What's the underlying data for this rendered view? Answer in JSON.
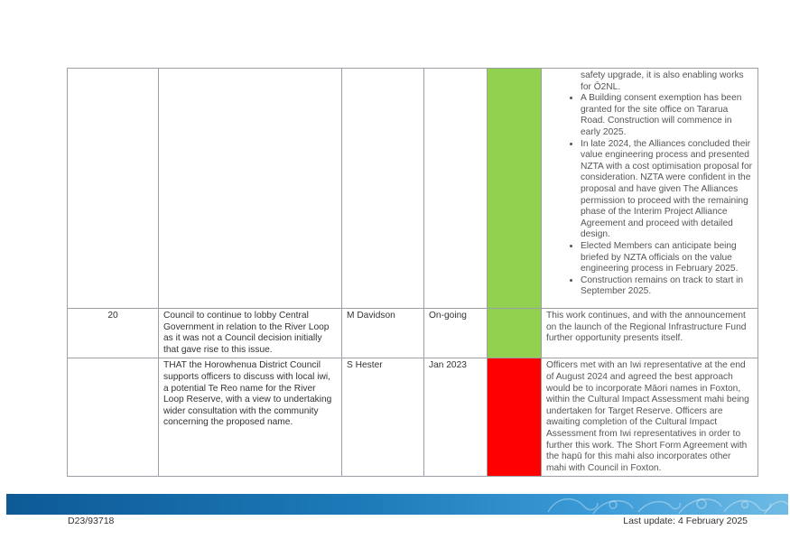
{
  "colors": {
    "green": "#92d050",
    "red": "#ff0000",
    "banner": "#1d7ab8"
  },
  "rows": [
    {
      "number": "",
      "action": "",
      "responsible": "",
      "timeframe": "",
      "status_color": "green",
      "update_lead": "safety upgrade, it is also enabling works for Ō2NL.",
      "update_bullets": [
        "A Building consent exemption has been granted for the site office on Tararua Road. Construction will commence in early 2025.",
        "In late 2024, the Alliances concluded their value engineering process and presented NZTA with a cost optimisation proposal for consideration. NZTA were confident in the proposal and have given The Alliances permission to proceed with the remaining phase of the Interim Project Alliance Agreement and proceed with detailed design.",
        "Elected Members can anticipate being briefed by NZTA officials on the value engineering process in February 2025.",
        "Construction remains on track to start in September 2025."
      ]
    },
    {
      "number": "20",
      "action": "Council to continue to lobby Central Government in relation to the River Loop as it was not a Council decision initially that gave rise to this issue.",
      "responsible": "M Davidson",
      "timeframe": "On-going",
      "status_color": "green",
      "update": "This work continues, and with the announcement on the launch of the Regional Infrastructure Fund further opportunity presents itself."
    },
    {
      "number": "",
      "action": "THAT the Horowhenua District Council supports officers to discuss with local iwi, a potential Te Reo name for the River Loop Reserve, with a view to undertaking wider consultation with the community concerning the proposed name.",
      "responsible": "S Hester",
      "timeframe": "Jan 2023",
      "status_color": "red",
      "update": "Officers met with an Iwi representative at the end of August 2024 and agreed the best approach would be to incorporate Māori names in Foxton, within the Cultural Impact Assessment mahi being undertaken for Target Reserve. Officers are awaiting completion of the Cultural Impact Assessment from Iwi representatives in order to further this work. The Short Form Agreement with the hapū for this mahi also incorporates other mahi with Council in Foxton."
    }
  ],
  "footer": {
    "doc_ref": "D23/93718",
    "last_update": "Last update: 4 February 2025"
  }
}
